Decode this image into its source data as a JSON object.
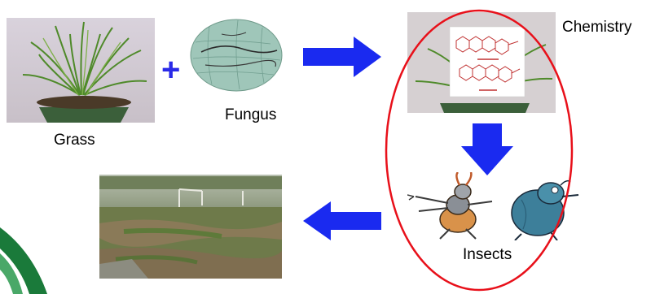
{
  "labels": {
    "grass": "Grass",
    "fungus": "Fungus",
    "chemistry": "Chemistry",
    "insects": "Insects"
  },
  "symbols": {
    "plus": "+"
  },
  "icons": {
    "grass_photo": "potted-grass-photo",
    "fungus_photo": "fungus-micrograph",
    "chemistry_photo": "grass-with-chemical-structure",
    "insects_cartoon": "cartoon-insects",
    "field_photo": "damaged-turf-field-photo",
    "arrow_right": "right-arrow-icon",
    "arrow_down": "down-arrow-icon",
    "arrow_left": "left-arrow-icon"
  },
  "colors": {
    "arrow": "#1a2af0",
    "plus": "#2a2ae8",
    "ellipse": "#e8101a",
    "accent_green": "#1a7a3a"
  }
}
